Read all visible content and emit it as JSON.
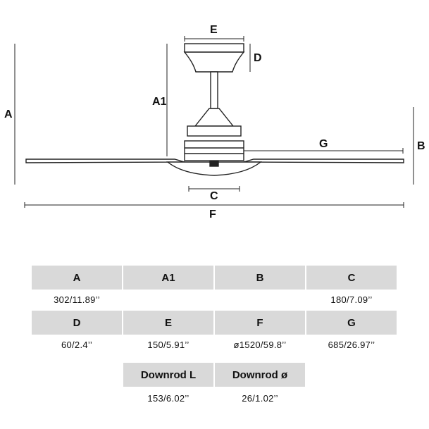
{
  "diagram": {
    "labels": {
      "A": "A",
      "A1": "A1",
      "B": "B",
      "C": "C",
      "D": "D",
      "E": "E",
      "F": "F",
      "G": "G"
    }
  },
  "specs": {
    "row1": {
      "headers": [
        "A",
        "A1",
        "B",
        "C"
      ],
      "values": [
        "302/11.89’’",
        "",
        "",
        "180/7.09’’"
      ]
    },
    "row2": {
      "headers": [
        "D",
        "E",
        "F",
        "G"
      ],
      "values": [
        "60/2.4’’",
        "150/5.91’’",
        "ø1520/59.8’’",
        "685/26.97’’"
      ]
    },
    "row3": {
      "headers": [
        "Downrod L",
        "Downrod ø"
      ],
      "values": [
        "153/6.02’’",
        "26/1.02’’"
      ]
    }
  }
}
